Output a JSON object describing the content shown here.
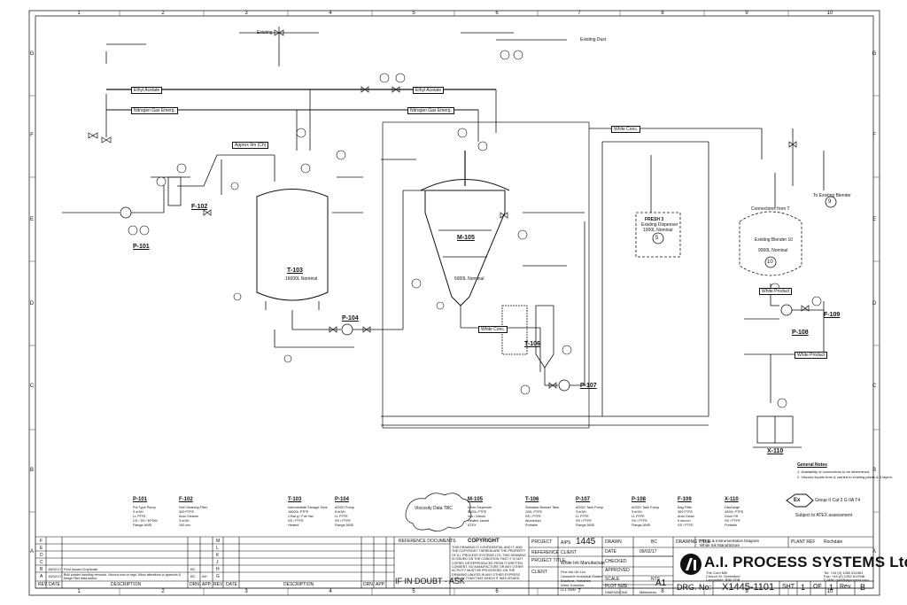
{
  "border": {
    "col_numbers": [
      "1",
      "2",
      "3",
      "4",
      "5",
      "6",
      "7",
      "8",
      "9",
      "10"
    ],
    "row_letters": [
      "G",
      "F",
      "E",
      "D",
      "C",
      "B",
      "A"
    ]
  },
  "equipment": {
    "T103": {
      "tag": "T-103",
      "desc": "16000L Nominal"
    },
    "M105": {
      "tag": "M-105",
      "desc": "5000L Nominal"
    },
    "T106": {
      "tag": "T-106"
    },
    "F102": {
      "tag": "F-102"
    },
    "P101": {
      "tag": "P-101"
    },
    "P104": {
      "tag": "P-104"
    },
    "P107": {
      "tag": "P-107"
    },
    "P108": {
      "tag": "P-108"
    },
    "F109": {
      "tag": "F-109"
    },
    "X110": {
      "tag": "X-110"
    },
    "fresh_dispenser": {
      "title": "FRESH 3",
      "line1": "Existing Dispenser",
      "line2": "1000L Nominal",
      "bubble": "5"
    },
    "existing_blender": {
      "title": "Existing Blender 10",
      "line1": "9000L Nominal",
      "bubble": "10"
    },
    "connections": {
      "title": "Connections from T"
    }
  },
  "lines": {
    "ethyl_acetate": "Ethyl Acetate",
    "nitrogen": "Nitrogen Gas Emerg.",
    "existing": "Existing",
    "approx_line": "Approx 9m (Ch)",
    "white_conc": "White Conc.",
    "white_product": "White Product",
    "viscosity": "Viscosity Data TBC",
    "existing_dust": "Existing Dust",
    "to_existing_blender": "To Existing Blender",
    "bubble9": "9"
  },
  "legend": [
    {
      "tag": "P-101",
      "lines": [
        "Pol Type Pump",
        "3 m3/h",
        "LL PTFE",
        "CS / SS / EPDM",
        "Flange ANSI"
      ]
    },
    {
      "tag": "F-102",
      "lines": [
        "Self Cleaning Filter",
        "300 PTFE",
        "Auto Cleaner",
        "3 m3/h",
        "100 um"
      ]
    },
    {
      "tag": "T-103",
      "lines": [
        "Intermediate Storage Tank",
        "16000L PTFE",
        "1 Bar g / Full Vac",
        "SS / PTFE",
        "Heated"
      ]
    },
    {
      "tag": "P-104",
      "lines": [
        "AODD Pump",
        "6 m3/h",
        "LL PTFE",
        "SS / PTFE",
        "Flange ANSI"
      ]
    },
    {
      "tag": "M-105",
      "lines": [
        "Mixer Dispenser",
        "5000L PTFE",
        "Vac / Atmos",
        "Heated Jacket",
        "ATEX"
      ]
    },
    {
      "tag": "T-106",
      "lines": [
        "Standard Bowser Tank",
        "100L PTFE",
        "SS / PTFE",
        "Aluminium",
        "Portable"
      ]
    },
    {
      "tag": "P-107",
      "lines": [
        "AODD Tank Pump",
        "3 m3/h",
        "LL PTFE",
        "SS / PTFE",
        "Flange ANSI"
      ]
    },
    {
      "tag": "P-108",
      "lines": [
        "AODD Tank Pump",
        "3 m3/h",
        "LL PTFE",
        "SS / PTFE",
        "Flange ANSI"
      ]
    },
    {
      "tag": "F-109",
      "lines": [
        "Bag Filter",
        "300 PTFE",
        "Auto Clean",
        "5 micron",
        "SS / PTFE"
      ]
    },
    {
      "tag": "X-110",
      "lines": [
        "Discharge",
        "4000L PTFE",
        "Drum Fill",
        "SS / PTFE",
        "Portable"
      ]
    }
  ],
  "atex": {
    "symbol": "Ex",
    "line1": "Group II Cat 2 G IIA T4",
    "line2": "Subject to ATEX assessment"
  },
  "notes": {
    "title": "General Notes",
    "items": [
      "1. Availability of connections to be determined.",
      "2. Viscous liquids from & carried to existing plants & 3 layers."
    ]
  },
  "revision_table": {
    "headers": {
      "rev": "REV.",
      "date": "DATE",
      "description": "DESCRIPTION",
      "drn": "DRN.",
      "app": "APP."
    },
    "left_letters": [
      "F",
      "E",
      "D",
      "C",
      "B",
      "A"
    ],
    "mid_letters": [
      "M",
      "L",
      "K",
      "J",
      "H",
      "G"
    ],
    "rows": [
      {
        "rev": "B",
        "date": "18/02/17",
        "desc": "First issued Duplicate",
        "drn": "BC",
        "app": ""
      },
      {
        "rev": "A",
        "date": "15/02/17",
        "desc": "Bulk powder handling removed. Viscous now on tags. Minor alterations to pipework & flange Filter data added.",
        "drn": "BC",
        "app": "AH"
      }
    ]
  },
  "reference_documents": "REFERENCE DOCUMENTS",
  "if_in_doubt": "IF IN DOUBT - ASK",
  "copyright": {
    "title": "COPYRIGHT",
    "text": "THIS DRAWING IS CONFIDENTIAL AND IT, AND THE COPYRIGHT THEREIN ARE THE PROPERTY OF A.I. PROCESS SYSTEMS LTD. THIS DRAWING IS ISSUED ON THE CONDITION THAT IT IS NOT COPIED OR REPRODUCED FROM IT WRITTEN CONSENT. NO MANUFACTURE OR ANY OTHER ACTIVITY MUST BE PROCEEDED ON THE DRAWING UNLESS IN ANY OTHER EXPRESS DISPLAY THAN THAT WHICH IT WAS ISSUED."
  },
  "project_block": {
    "project_label": "PROJECT",
    "project_prefix": "AIPS",
    "project_number": "1445",
    "reference_label": "REFERENCE",
    "reference_value": "CLIENT",
    "project_title_label": "PROJECT TITLE",
    "project_title_value": "White Ink Manufacture",
    "client_label": "CLIENT",
    "client_lines": [
      "Fine Ink UK Ltd",
      "Unsworth Industrial Estate",
      "Bradford, Yorkshire",
      "West Yorkshire",
      "LL1 2WN"
    ]
  },
  "drawing_block": {
    "drawn_label": "DRAWN",
    "drawn_value": "BC",
    "date_label": "DATE",
    "date_value": "09/02/17",
    "checked_label": "CHECKED",
    "approved_label": "APPROVED",
    "scale_label": "SCALE",
    "scale_value": "NTS",
    "plot_size_label": "PLOT SIZE",
    "plot_size_value": "A1",
    "dimensions_label": "DIMENSIONS",
    "dimensions_value": "Millimetres"
  },
  "title_block": {
    "drawing_title_label": "DRAWING TITLE",
    "drawing_title_value": "Piping & Instrumentation Diagram",
    "drawing_title_sub": "White Ink Manufacture",
    "plant_ref_label": "PLANT REF",
    "plant_ref_value": "Rochdale",
    "company": "A.I. PROCESS SYSTEMS Ltd.",
    "company_addr": [
      "The Corn Mill",
      "Church St, Greenfield",
      "Lancashire, BB6 6DB"
    ],
    "company_tel": [
      "Tel: +44 (0) 1282 611561",
      "Fax: +44 (0) 1282 612948",
      "E-Mail: mail@aiprocess.com"
    ],
    "drg_no_label": "DRG. No:",
    "drg_no_value": "X1445-1101",
    "sht_label": "SHT.",
    "sht_value": "1",
    "of_label": "OF",
    "of_value": "1",
    "rev_label": "Rev.",
    "rev_value": "B"
  }
}
